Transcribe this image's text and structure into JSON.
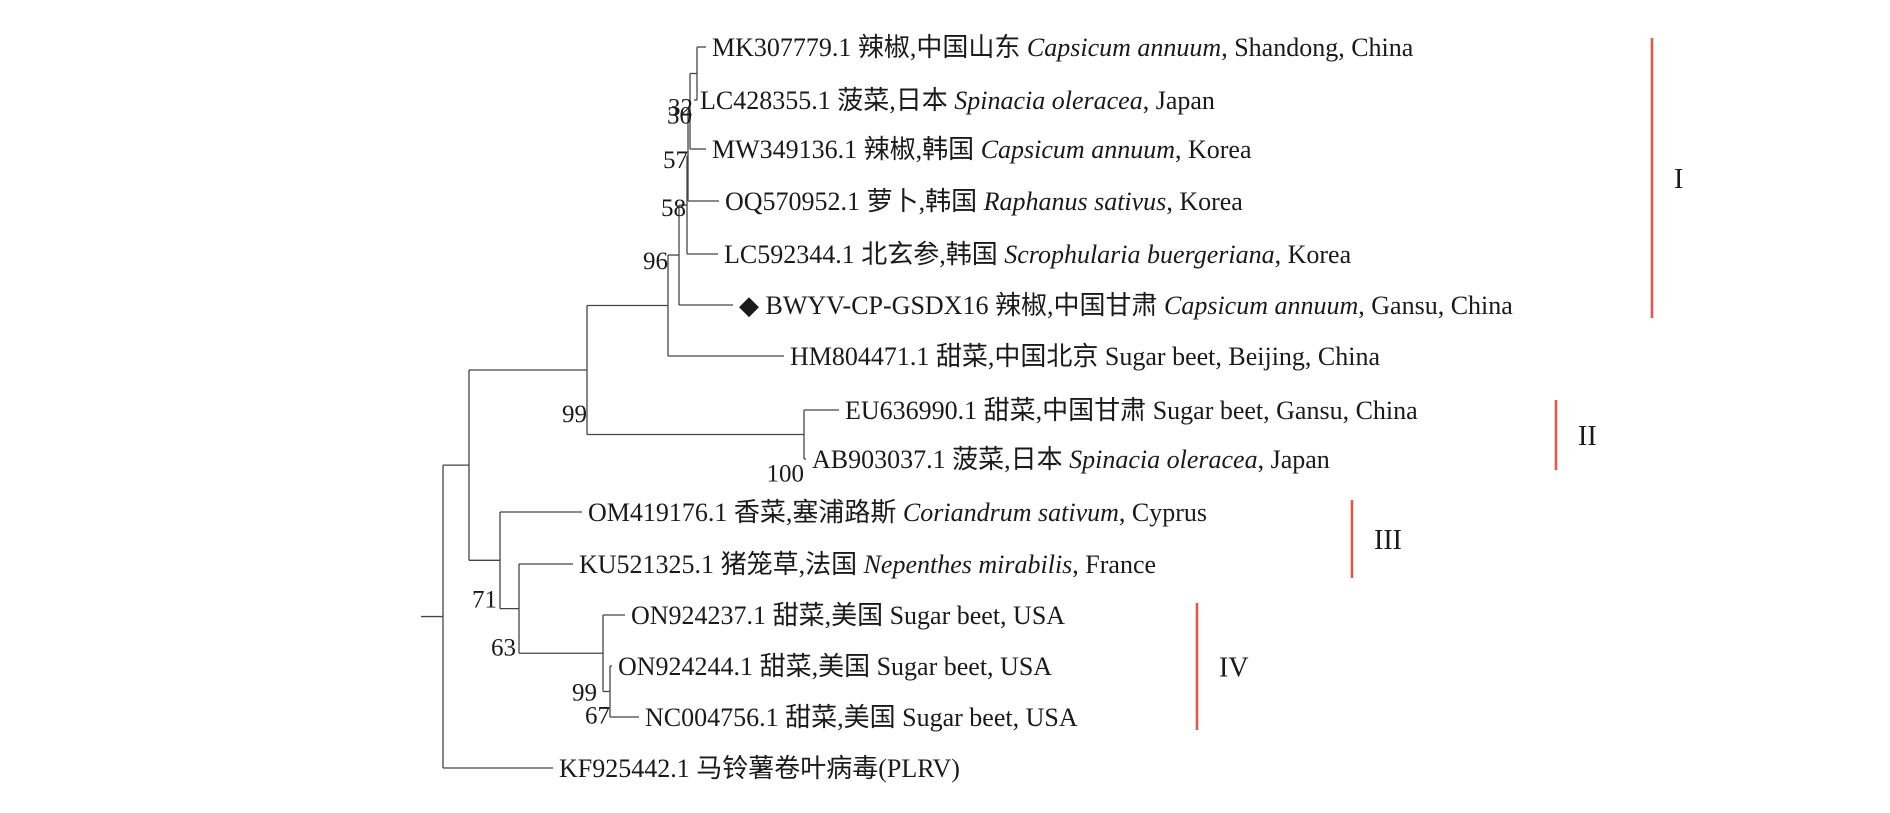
{
  "tree": {
    "taxa": [
      {
        "id": "MK307779",
        "accession": "MK307779.1",
        "host": "辣椒,中国山东",
        "species": "Capsicum annuum",
        "place": ", Shandong, China",
        "marker": ""
      },
      {
        "id": "LC428355",
        "accession": "LC428355.1",
        "host": "菠菜,日本",
        "species": "Spinacia oleracea",
        "place": ", Japan",
        "marker": ""
      },
      {
        "id": "MW349136",
        "accession": "MW349136.1",
        "host": "辣椒,韩国",
        "species": "Capsicum annuum",
        "place": ", Korea",
        "marker": ""
      },
      {
        "id": "OQ570952",
        "accession": "OQ570952.1",
        "host": "萝卜,韩国",
        "species": "Raphanus sativus",
        "place": ", Korea",
        "marker": ""
      },
      {
        "id": "LC592344",
        "accession": "LC592344.1",
        "host": "北玄参,韩国",
        "species": "Scrophularia buergeriana",
        "place": ", Korea",
        "marker": ""
      },
      {
        "id": "BWYV-CP-GSDX16",
        "accession": "BWYV-CP-GSDX16",
        "host": "辣椒,中国甘肃",
        "species": "Capsicum annuum",
        "place": ", Gansu, China",
        "marker": "◆"
      },
      {
        "id": "HM804471",
        "accession": "HM804471.1",
        "host": "甜菜,中国北京",
        "species": "",
        "place": "Sugar beet, Beijing, China",
        "marker": ""
      },
      {
        "id": "EU636990",
        "accession": "EU636990.1",
        "host": "甜菜,中国甘肃",
        "species": "",
        "place": "Sugar beet, Gansu, China",
        "marker": ""
      },
      {
        "id": "AB903037",
        "accession": "AB903037.1",
        "host": "菠菜,日本",
        "species": "Spinacia oleracea",
        "place": ", Japan",
        "marker": ""
      },
      {
        "id": "OM419176",
        "accession": "OM419176.1",
        "host": "香菜,塞浦路斯",
        "species": "Coriandrum sativum",
        "place": ", Cyprus",
        "marker": ""
      },
      {
        "id": "KU521325",
        "accession": "KU521325.1",
        "host": "猪笼草,法国",
        "species": "Nepenthes mirabilis",
        "place": ", France",
        "marker": ""
      },
      {
        "id": "ON924237",
        "accession": "ON924237.1",
        "host": "甜菜,美国",
        "species": "",
        "place": "Sugar beet, USA",
        "marker": ""
      },
      {
        "id": "ON924244",
        "accession": "ON924244.1",
        "host": "甜菜,美国",
        "species": "",
        "place": "Sugar beet, USA",
        "marker": ""
      },
      {
        "id": "NC004756",
        "accession": "NC004756.1",
        "host": "甜菜,美国",
        "species": "",
        "place": "Sugar beet, USA",
        "marker": ""
      },
      {
        "id": "KF925442",
        "accession": "KF925442.1",
        "host": "马铃薯卷叶病毒(PLRV)",
        "species": "",
        "place": "",
        "marker": ""
      }
    ],
    "bootstrap": {
      "n_mk_lc": "32",
      "n_a1": "30",
      "n_a2": "57",
      "n_a3": "58",
      "n_a4": "96",
      "n_main1": "99",
      "n_eu_ab": "100",
      "n_g34": "71",
      "n_ku_us": "63",
      "n_usa": "99",
      "n_on_nc": "67"
    },
    "clades": [
      {
        "label": "I",
        "color": "#e0584a"
      },
      {
        "label": "II",
        "color": "#e0584a"
      },
      {
        "label": "III",
        "color": "#e0584a"
      },
      {
        "label": "IV",
        "color": "#e0584a"
      }
    ]
  }
}
